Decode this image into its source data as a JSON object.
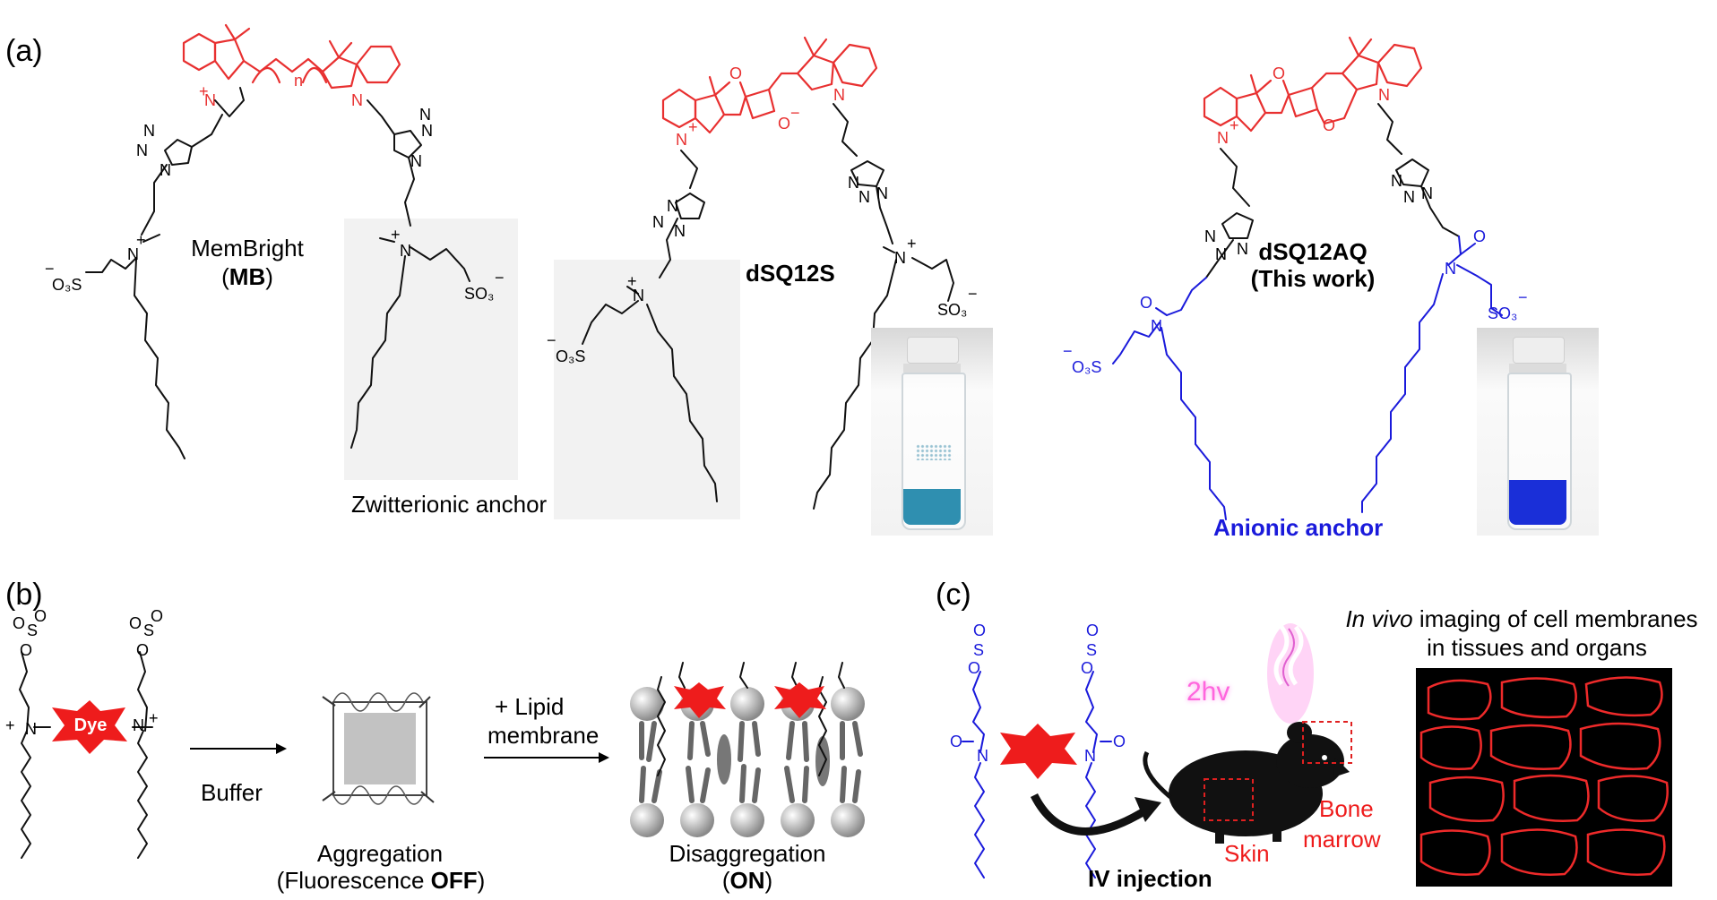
{
  "panels": {
    "a": "(a)",
    "b": "(b)",
    "c": "(c)"
  },
  "panel_a": {
    "mb_name": "MemBright",
    "mb_abbr": "MB",
    "zwitterionic": "Zwitterionic anchor",
    "dsq12s": "dSQ12S",
    "dsq12aq": "dSQ12AQ",
    "this_work": "(This work)",
    "anionic": "Anionic anchor",
    "repeat_n": "n"
  },
  "panel_b": {
    "dye": "Dye",
    "buffer": "Buffer",
    "aggregation": "Aggregation",
    "fluor_off_prefix": "(Fluorescence ",
    "fluor_off_bold": "OFF",
    "fluor_off_suffix": ")",
    "lipid_plus": "+ Lipid",
    "lipid_membrane": "membrane",
    "disaggregation": "Disaggregation",
    "on_prefix": "(",
    "on_bold": "ON",
    "on_suffix": ")"
  },
  "panel_c": {
    "two_hv": "2hv",
    "invivo_italic": "In vivo",
    "invivo_rest": " imaging of cell membranes",
    "invivo_line2": "in tissues and organs",
    "iv_injection": "IV injection",
    "skin": "Skin",
    "bone": "Bone",
    "marrow": "marrow"
  },
  "colors": {
    "dye_core": "#ee1c1c",
    "anionic_blue": "#1a1adb",
    "vial_liquid_aggregated": "#2f8fb0",
    "vial_liquid_clear": "#1a2fd8",
    "cell_outline": "#ee2a2a",
    "two_hv_glow": "#ff66dd"
  }
}
